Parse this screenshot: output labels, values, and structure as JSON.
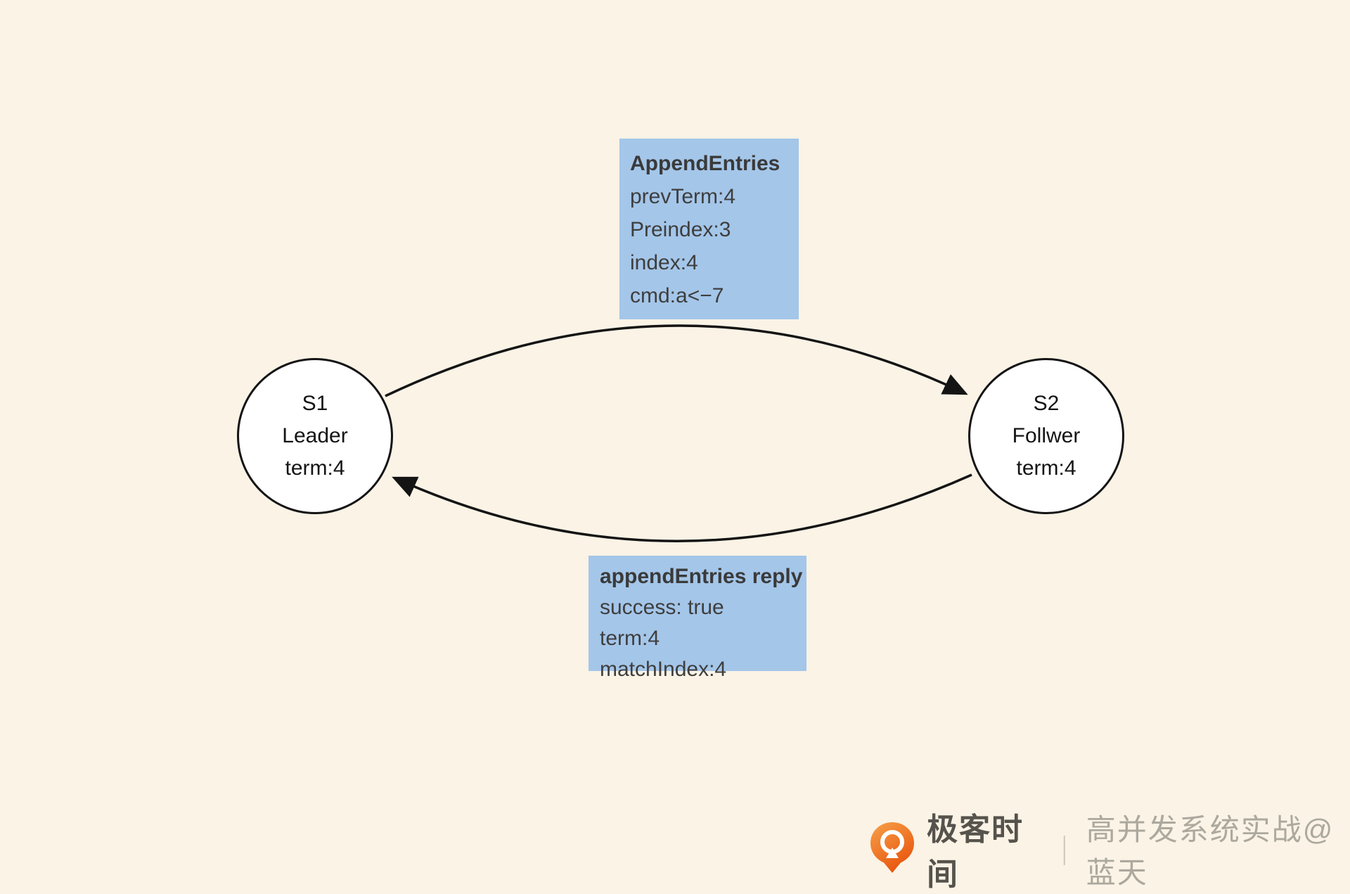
{
  "colors": {
    "background": "#FAF3E6",
    "message_box": "#A4C6E9",
    "node_fill": "#FFFFFF",
    "line": "#141414",
    "box_text": "#3E3E3E",
    "logo_orange_light": "#F7A149",
    "logo_orange_dark": "#E8560E",
    "brand_text": "#56534D",
    "credit_text": "#ACA89D"
  },
  "nodes": {
    "s1": {
      "id": "S1",
      "role": "Leader",
      "term": "term:4"
    },
    "s2": {
      "id": "S2",
      "role": "Follwer",
      "term": "term:4"
    }
  },
  "messages": {
    "request": {
      "title": "AppendEntries",
      "lines": [
        "prevTerm:4",
        "Preindex:3",
        "index:4",
        "cmd:a<−7"
      ]
    },
    "reply": {
      "title": "appendEntries reply",
      "lines": [
        "success: true",
        "term:4",
        "matchIndex:4"
      ]
    }
  },
  "watermark": {
    "brand": "极客时间",
    "separator": "｜",
    "credit": "高并发系统实战@蓝天"
  }
}
